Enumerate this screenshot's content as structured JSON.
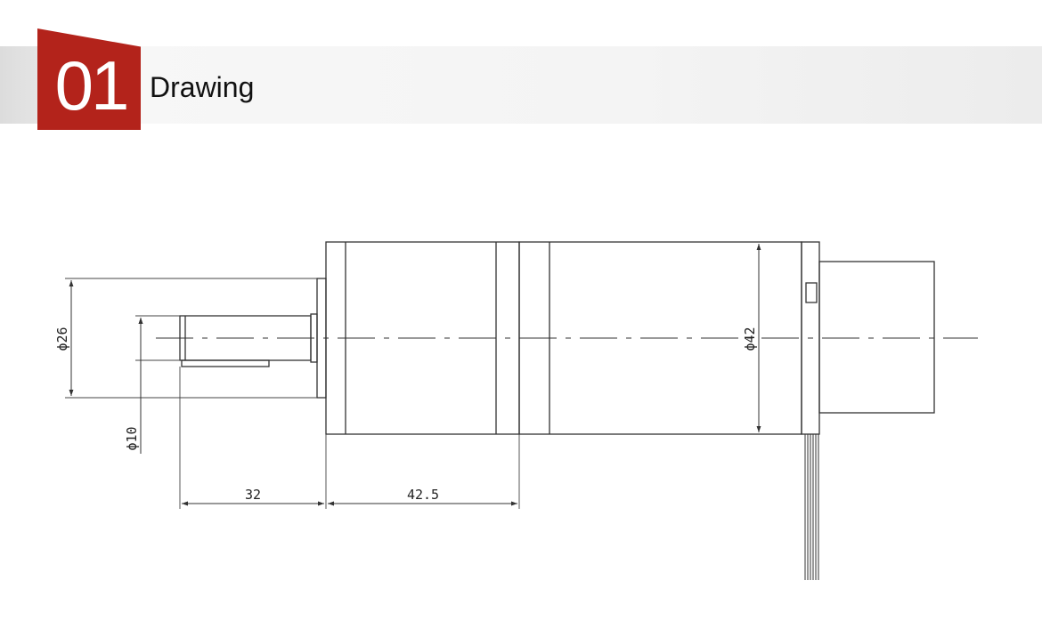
{
  "section": {
    "number": "01",
    "title": "Drawing"
  },
  "dimensions": {
    "flange_diameter": "ϕ26",
    "shaft_diameter": "ϕ10",
    "body_diameter": "ϕ42",
    "shaft_length": "32",
    "gearbox_length": "42.5"
  },
  "colors": {
    "accent": "#b3231b",
    "line": "#333333"
  }
}
